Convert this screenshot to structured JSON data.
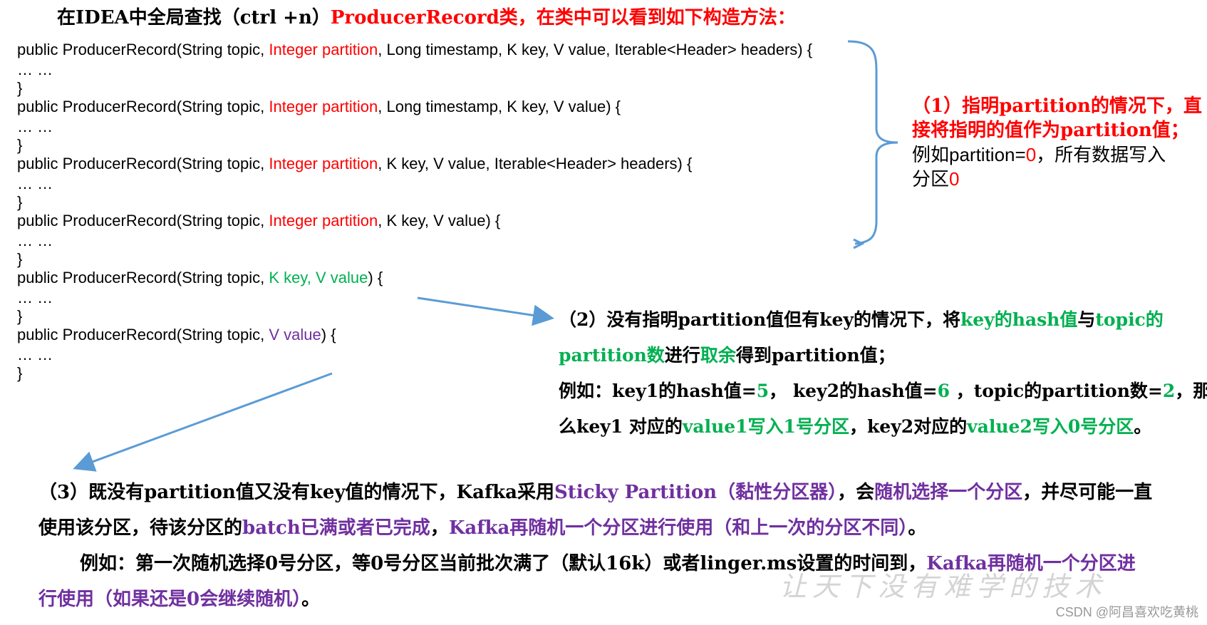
{
  "title": {
    "prefix": "在IDEA中全局查找（ctrl +n）",
    "highlight": "ProducerRecord类，在类中可以看到如下构造方法："
  },
  "code": {
    "sig_prefix": "public ProducerRecord(String topic, ",
    "body": "    … …",
    "close": "}",
    "lines": [
      {
        "colored": "Integer partition",
        "rest": ", Long timestamp, K key, V value, Iterable<Header> headers) {"
      },
      {
        "colored": "Integer partition",
        "rest": ", Long timestamp, K key, V value) {"
      },
      {
        "colored": "Integer partition",
        "rest": ", K key, V value, Iterable<Header> headers) {"
      },
      {
        "colored": "Integer partition",
        "rest": ", K key, V value) {"
      },
      {
        "colored": "K key, V value",
        "rest": ") {"
      },
      {
        "colored": "V value",
        "rest": ") {"
      }
    ]
  },
  "note1": {
    "line1": "（1）指明partition的情况下，直",
    "line2": "接将指明的值作为partition值；",
    "line3_a": "例如partition=",
    "line3_b": "0",
    "line3_c": "，所有数据写入",
    "line4_a": "分区",
    "line4_b": "0"
  },
  "note2": {
    "l1_a": "（2）没有指明partition值但有key的情况下，将",
    "l1_b": "key的hash值",
    "l1_c": "与",
    "l1_d": "topic的",
    "l2_a": "partition数",
    "l2_b": "进行",
    "l2_c": "取余",
    "l2_d": "得到partition值；",
    "l3_a": "例如：key1的hash值=",
    "l3_b": "5",
    "l3_c": "，  key2的hash值=",
    "l3_d": "6",
    "l3_e": " ，topic的partition数=",
    "l3_f": "2",
    "l3_g": "，那",
    "l4_a": "么key1 对应的",
    "l4_b": "value1写入1号分区",
    "l4_c": "，key2对应的",
    "l4_d": "value2写入0号分区",
    "l4_e": "。"
  },
  "note3": {
    "l1_a": "（3）既没有partition值又没有key值的情况下，Kafka采用",
    "l1_b": "Sticky  Partition（黏性分区器）",
    "l1_c": "，会",
    "l1_d": "随机选择一个分区",
    "l1_e": "，并尽可能一直",
    "l2_a": "使用该分区，待该分区的",
    "l2_b": "batch已满或者已完成",
    "l2_c": "，",
    "l2_d": "Kafka再随机一个分区进行使用（和上一次的分区不同）",
    "l2_e": "。",
    "l3_a": "例如：第一次随机选择0号分区，等0号分区当前批次满了（默认16k）或者linger.ms设置的时间到，",
    "l3_b": "Kafka再随机一个分区进",
    "l4_a": "行使用（如果还是0会继续随机）",
    "l4_b": "。"
  },
  "watermark": "让天下没有难学的技术",
  "csdn_credit": "CSDN @阿昌喜欢吃黄桃",
  "colors": {
    "red": "#ff0000",
    "green": "#00b050",
    "purple": "#7030a0",
    "arrow": "#5b9bd5"
  }
}
